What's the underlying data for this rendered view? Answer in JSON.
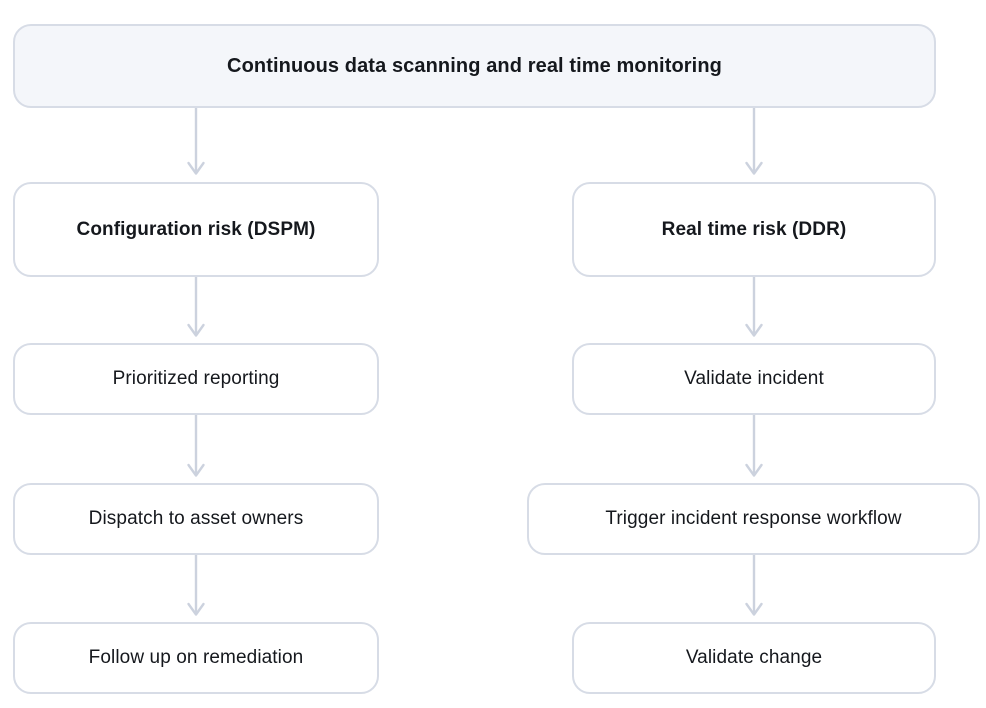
{
  "diagram": {
    "title": "Continuous data scanning and real time monitoring",
    "type": "flowchart",
    "background_color": "#ffffff",
    "node_border_color": "#d7dce6",
    "node_fill_color": "#ffffff",
    "header_fill_color": "#f4f6fa",
    "arrow_color": "#ccd2de",
    "text_color": "#15181d",
    "header": {
      "label": "Continuous data scanning and real time monitoring",
      "bold": true
    },
    "branches": [
      {
        "name": "configuration-risk",
        "heading": "Configuration risk (DSPM)",
        "steps": [
          "Prioritized reporting",
          "Dispatch to asset owners",
          "Follow up on remediation"
        ]
      },
      {
        "name": "real-time-risk",
        "heading": "Real time risk (DDR)",
        "steps": [
          "Validate incident",
          "Trigger incident response workflow",
          "Validate change"
        ]
      }
    ],
    "arrows": [
      {
        "name": "header-to-configuration-risk"
      },
      {
        "name": "header-to-real-time-risk"
      },
      {
        "name": "configuration-risk-to-prioritized-reporting"
      },
      {
        "name": "prioritized-reporting-to-dispatch"
      },
      {
        "name": "dispatch-to-follow-up"
      },
      {
        "name": "real-time-risk-to-validate-incident"
      },
      {
        "name": "validate-incident-to-trigger-workflow"
      },
      {
        "name": "trigger-workflow-to-validate-change"
      }
    ]
  }
}
